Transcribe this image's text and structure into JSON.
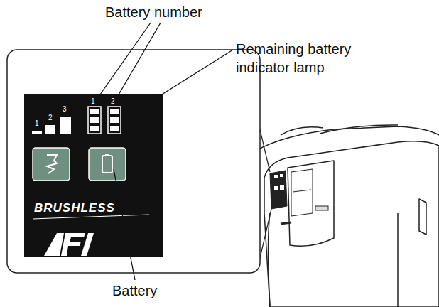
{
  "diagram": {
    "labels": [
      "Battery number",
      "Remaining battery indicator lamp",
      "Battery",
      "1",
      "2",
      "3",
      "1",
      "2",
      "BRUSHLESS"
    ]
  }
}
